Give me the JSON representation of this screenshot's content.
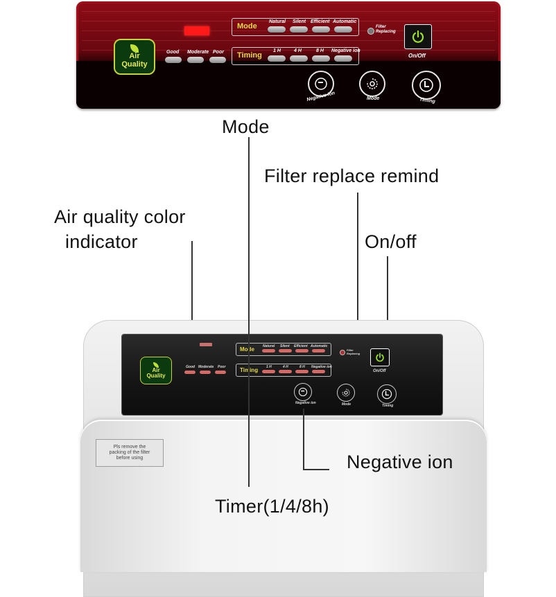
{
  "top_panel": {
    "mode_title": "Mode",
    "mode_options": [
      "Natural",
      "Silent",
      "Efficient",
      "Automatic"
    ],
    "timing_title": "Timing",
    "timing_options": [
      "1 H",
      "4 H",
      "8 H",
      "Negative ion"
    ],
    "air_quality_levels": [
      "Good",
      "Moderate",
      "Poor"
    ],
    "logo_line1": "Air",
    "logo_line2": "Quality",
    "filter_label_1": "Filter",
    "filter_label_2": "Replacing",
    "power_label": "On/Off",
    "round_buttons": [
      "Negative ion",
      "Mode",
      "Timing"
    ]
  },
  "callouts": {
    "mode": "Mode",
    "filter": "Filter replace remind",
    "air_quality_1": "Air quality color",
    "air_quality_2": "indicator",
    "onoff": "On/off",
    "negative_ion": "Negative ion",
    "timer": "Timer(1/4/8h)"
  },
  "sticker": {
    "line1": "Pls remove the",
    "line2": "packing of the filter",
    "line3": "before using"
  },
  "colors": {
    "panel_red": "#8e0c16",
    "display_red": "#ff1a1a",
    "logo_green": "#c9d23b",
    "accent_yellow": "#e9dc45",
    "power_green": "#9be32c"
  }
}
